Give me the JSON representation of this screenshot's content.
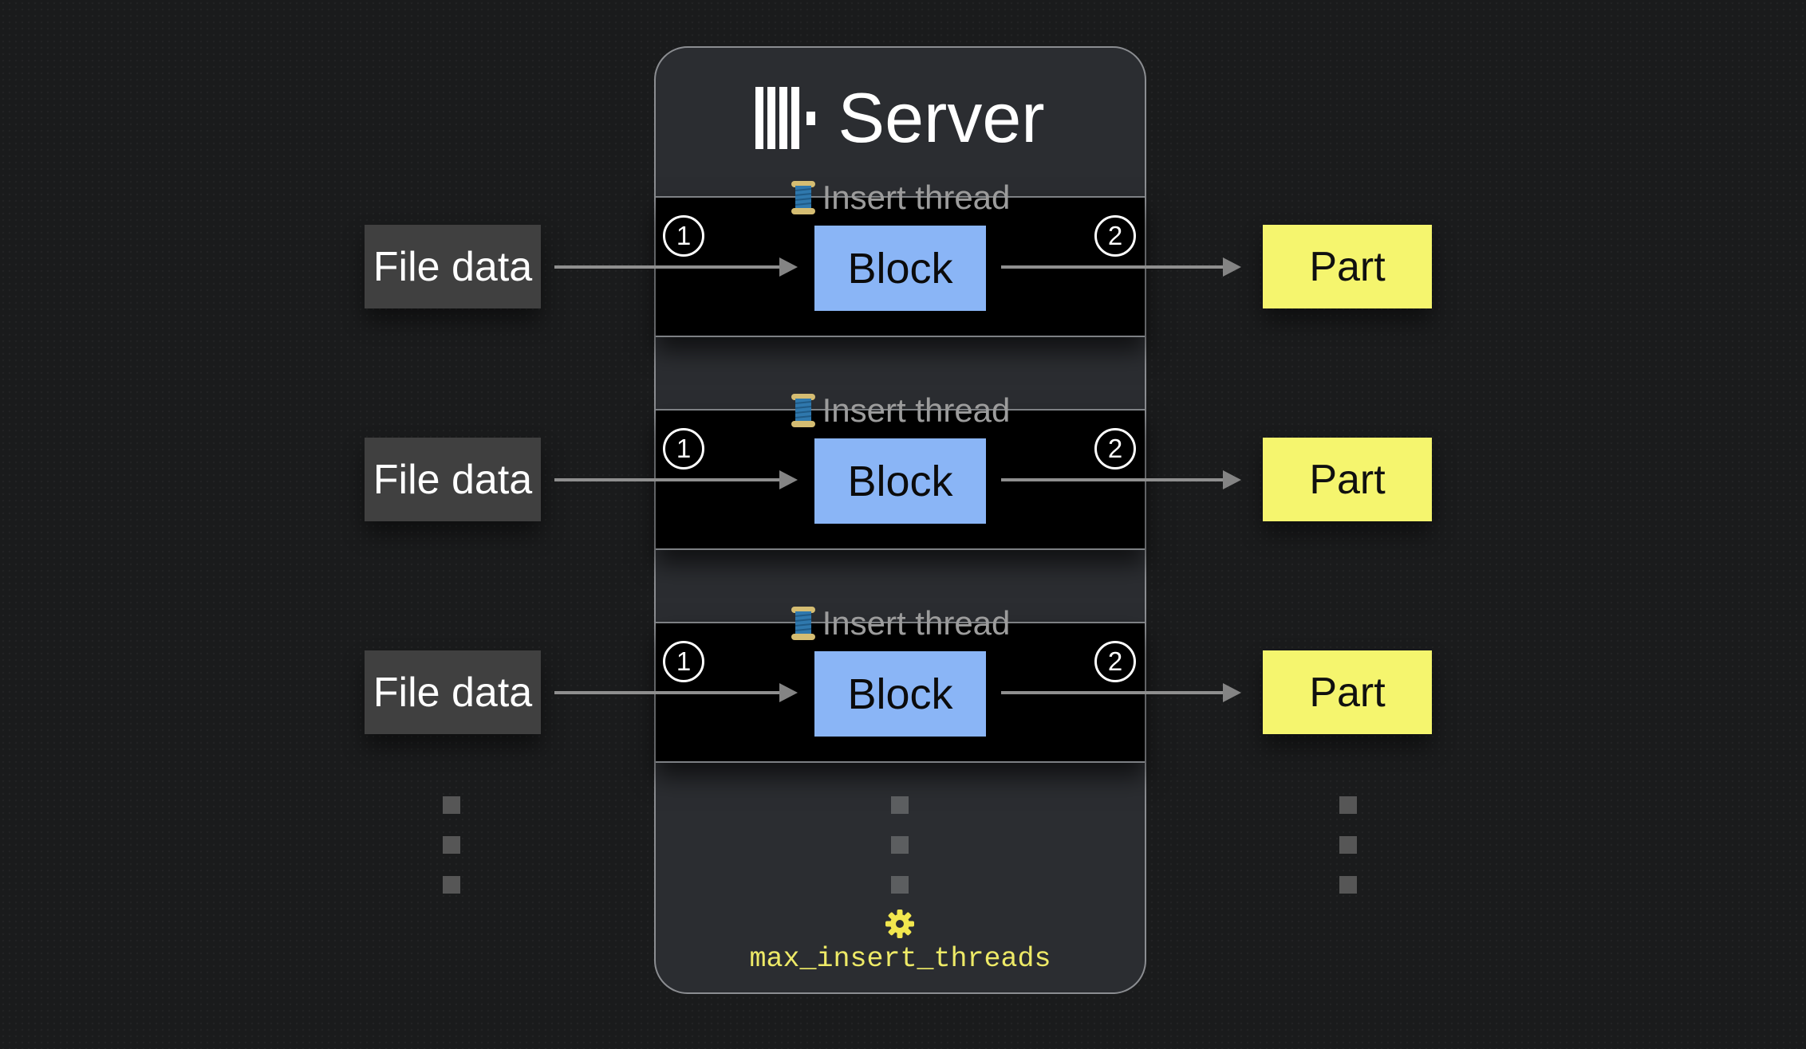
{
  "diagram": {
    "server": {
      "title": "Server",
      "threads": [
        {
          "label": "Insert thread",
          "step_in": "1",
          "block_label": "Block",
          "step_out": "2"
        },
        {
          "label": "Insert thread",
          "step_in": "1",
          "block_label": "Block",
          "step_out": "2"
        },
        {
          "label": "Insert thread",
          "step_in": "1",
          "block_label": "Block",
          "step_out": "2"
        }
      ],
      "setting_label": "max_insert_threads"
    },
    "inputs": [
      {
        "label": "File data"
      },
      {
        "label": "File data"
      },
      {
        "label": "File data"
      }
    ],
    "outputs": [
      {
        "label": "Part"
      },
      {
        "label": "Part"
      },
      {
        "label": "Part"
      }
    ],
    "colors": {
      "background": "#1a1b1c",
      "panel": "#2b2d31",
      "thread_lane": "#000000",
      "block_fill": "#8ab5f6",
      "part_fill": "#f5f56e",
      "file_fill": "#404040",
      "legend_text": "#9c9c9c",
      "arrow": "#8f8f8f",
      "setting_yellow": "#eeea67",
      "gear_yellow": "#f2e74e",
      "title_text": "#ffffff"
    }
  }
}
